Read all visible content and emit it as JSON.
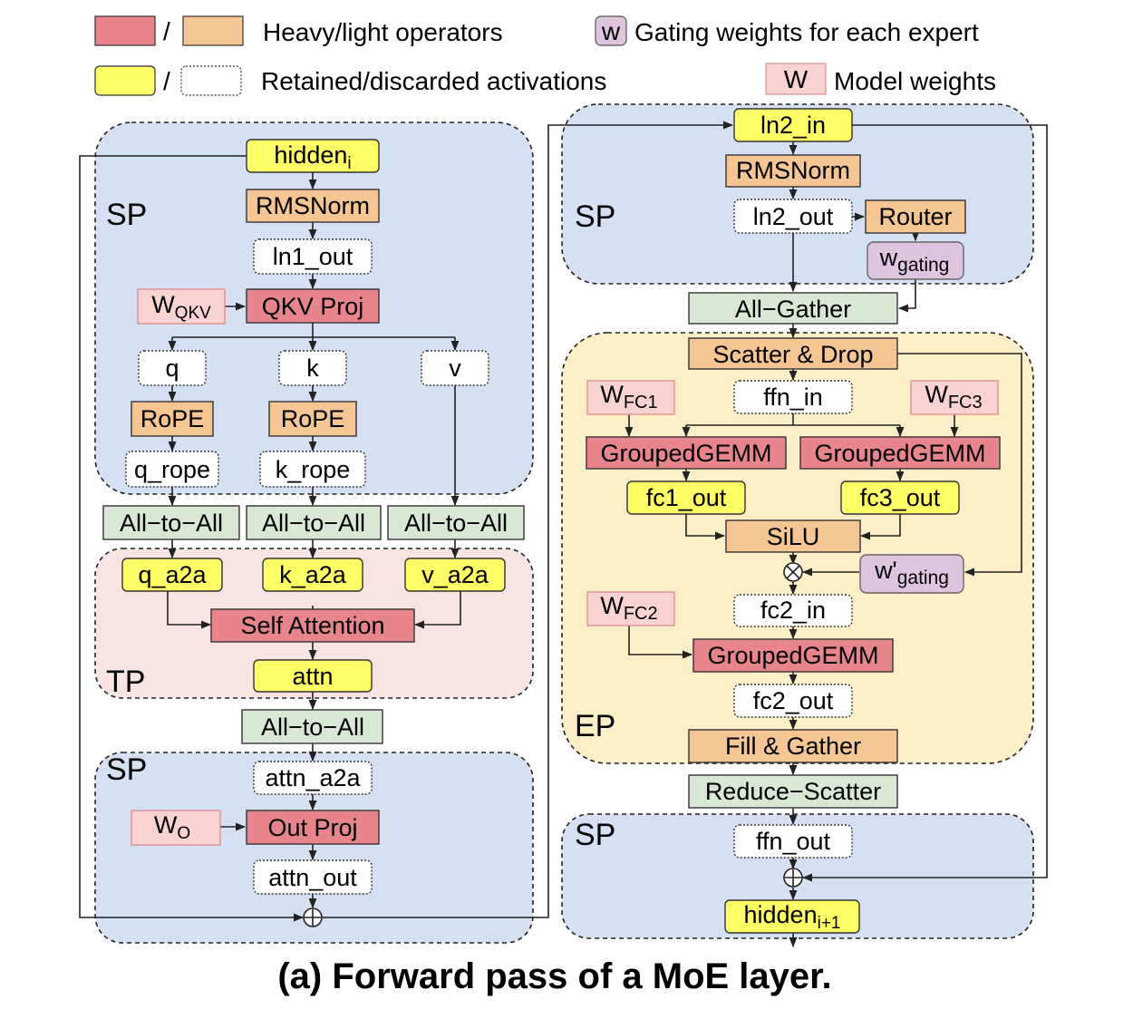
{
  "colors": {
    "heavy": "#e8858c",
    "light": "#f5c594",
    "retained": "#ffff66",
    "discarded": "#ffffff",
    "gating": "#dcc5dd",
    "weights": "#f9d2d2",
    "comm": "#d9e8d5",
    "sp_region": "#d5e0f2",
    "tp_region": "#f8e4e2",
    "ep_region": "#fcefc8"
  },
  "legend": {
    "slash": "/",
    "heavy_light": "Heavy/light operators",
    "gating_symbol": "w",
    "gating_desc": "Gating weights for each expert",
    "retained_discarded": "Retained/discarded activations",
    "weights_symbol": "W",
    "weights_desc": "Model weights"
  },
  "regions": {
    "sp1": "SP",
    "tp": "TP",
    "sp2": "SP",
    "sp3": "SP",
    "ep": "EP",
    "sp4": "SP"
  },
  "nodes": {
    "hidden_i": {
      "base": "hidden",
      "sub": "i"
    },
    "rmsnorm1": "RMSNorm",
    "ln1_out": "ln1_out",
    "w_qkv": {
      "base": "W",
      "sub": "QKV"
    },
    "qkv_proj": "QKV Proj",
    "q": "q",
    "k": "k",
    "v": "v",
    "rope_q": "RoPE",
    "rope_k": "RoPE",
    "q_rope": "q_rope",
    "k_rope": "k_rope",
    "a2a_q": "All−to−All",
    "a2a_k": "All−to−All",
    "a2a_v": "All−to−All",
    "q_a2a": "q_a2a",
    "k_a2a": "k_a2a",
    "v_a2a": "v_a2a",
    "self_attention": "Self Attention",
    "attn": "attn",
    "a2a_out": "All−to−All",
    "attn_a2a": "attn_a2a",
    "w_o": {
      "base": "W",
      "sub": "O"
    },
    "out_proj": "Out Proj",
    "attn_out": "attn_out",
    "ln2_in": "ln2_in",
    "rmsnorm2": "RMSNorm",
    "ln2_out": "ln2_out",
    "router": "Router",
    "w_gating": {
      "base": "w",
      "sub": "gating"
    },
    "all_gather": "All−Gather",
    "scatter_drop": "Scatter & Drop",
    "w_fc1": {
      "base": "W",
      "sub": "FC1"
    },
    "ffn_in": "ffn_in",
    "w_fc3": {
      "base": "W",
      "sub": "FC3"
    },
    "grouped_gemm1": "GroupedGEMM",
    "grouped_gemm3": "GroupedGEMM",
    "fc1_out": "fc1_out",
    "fc3_out": "fc3_out",
    "silu": "SiLU",
    "w_prime_gating": {
      "base": "w'",
      "sub": "gating"
    },
    "w_fc2": {
      "base": "W",
      "sub": "FC2"
    },
    "fc2_in": "fc2_in",
    "grouped_gemm2": "GroupedGEMM",
    "fc2_out": "fc2_out",
    "fill_gather": "Fill & Gather",
    "reduce_scatter": "Reduce−Scatter",
    "ffn_out": "ffn_out",
    "hidden_i1": {
      "base": "hidden",
      "sub": "i+1"
    }
  },
  "caption": "(a) Forward pass of a MoE layer."
}
